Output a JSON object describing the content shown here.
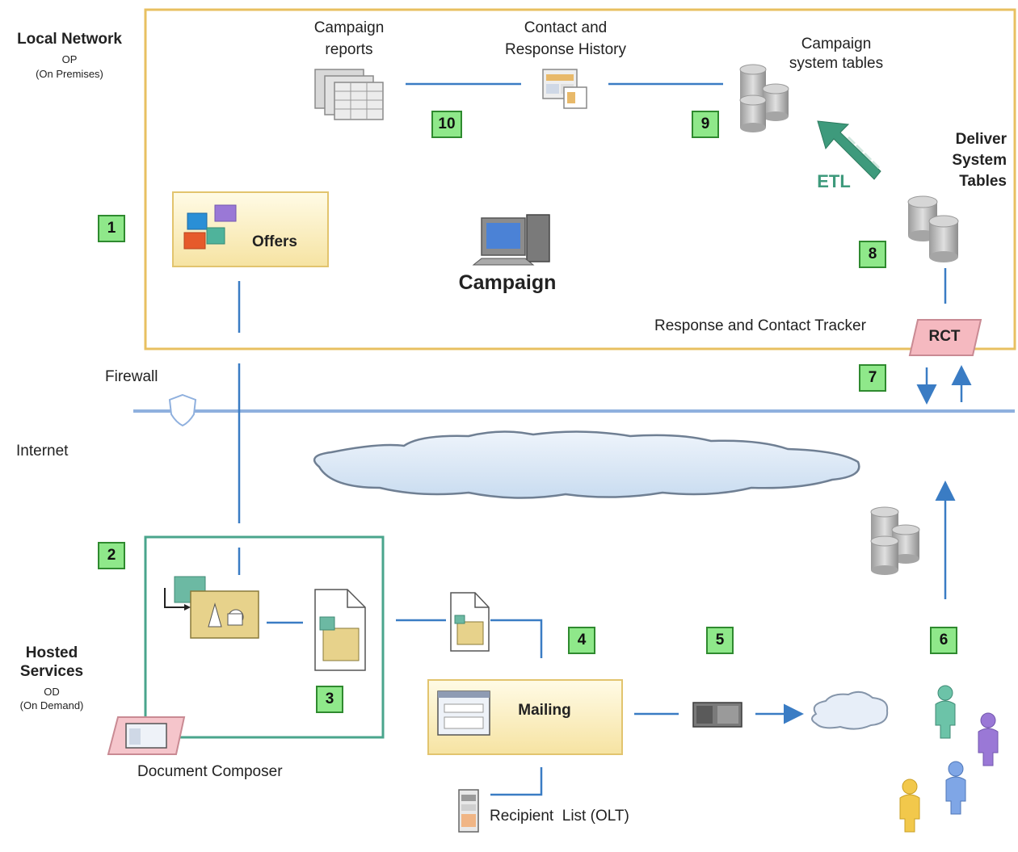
{
  "zones": {
    "local_network": {
      "title": "Local Network",
      "abbr": "OP",
      "full": "(On Premises)"
    },
    "internet": "Internet",
    "firewall": "Firewall",
    "hosted_services": {
      "title_line1": "Hosted",
      "title_line2": "Services",
      "abbr": "OD",
      "full": "(On Demand)"
    }
  },
  "components": {
    "campaign_reports": {
      "line1": "Campaign",
      "line2": "reports"
    },
    "contact_history": {
      "line1": "Contact and",
      "line2": "Response History"
    },
    "system_tables": {
      "line1": "Campaign",
      "line2": "system tables"
    },
    "deliver_tables": {
      "line1": "Deliver",
      "line2": "System",
      "line3": "Tables"
    },
    "etl": "ETL",
    "offers": "Offers",
    "campaign": "Campaign",
    "rct_caption": "Response and Contact Tracker",
    "rct": "RCT",
    "document_composer": "Document Composer",
    "mailing": "Mailing",
    "recipient_list": "Recipient  List (OLT)"
  },
  "steps": [
    "1",
    "2",
    "3",
    "4",
    "5",
    "6",
    "7",
    "8",
    "9",
    "10"
  ],
  "colors": {
    "local_border": "#e8c061",
    "hosted_border": "#4aa58c",
    "line": "#3a7cc4",
    "firewall": "#8fb0de",
    "step_fill": "#8fe88a",
    "etl": "#3e9a7c",
    "rct_fill": "#f5b9c0"
  },
  "icons": [
    "report-grid-icon",
    "history-document-icon",
    "database-icon",
    "etl-arrow-icon",
    "offers-cubes-icon",
    "computer-icon",
    "shield-icon",
    "cloud-icon",
    "document-composer-icon",
    "document-icon",
    "mailing-window-icon",
    "server-icon",
    "person-icon"
  ]
}
